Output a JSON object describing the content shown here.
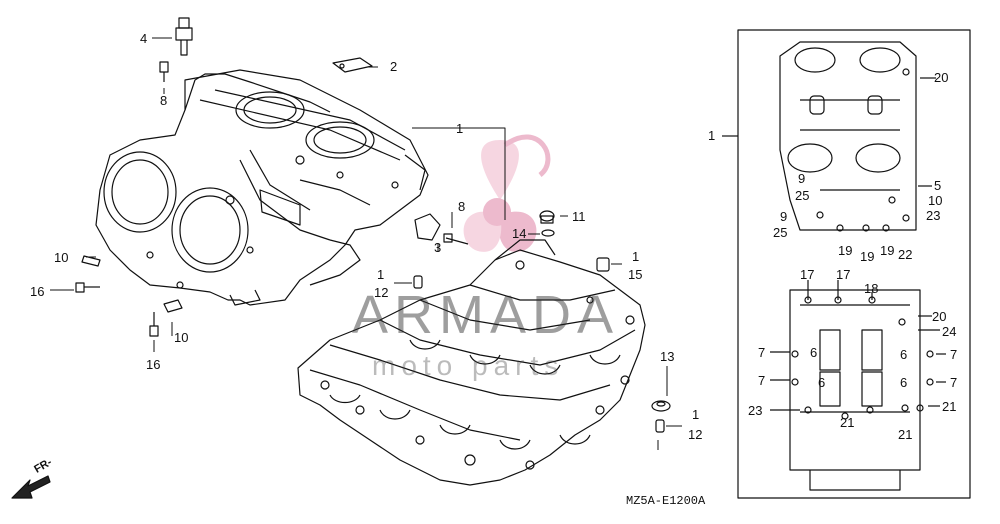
{
  "diagram": {
    "drawing_code": "MZ5A-E1200A",
    "front_marker": "FR-",
    "watermark": {
      "brand": "ARMADA",
      "tagline": "moto  parts",
      "color": "#e7a3bd"
    },
    "callouts": [
      {
        "id": "c4",
        "text": "4"
      },
      {
        "id": "c2",
        "text": "2"
      },
      {
        "id": "c8a",
        "text": "8"
      },
      {
        "id": "c1a",
        "text": "1"
      },
      {
        "id": "c8b",
        "text": "8"
      },
      {
        "id": "c11",
        "text": "11"
      },
      {
        "id": "c14",
        "text": "14"
      },
      {
        "id": "c3",
        "text": "3"
      },
      {
        "id": "c1b",
        "text": "1"
      },
      {
        "id": "c15",
        "text": "15"
      },
      {
        "id": "c1c",
        "text": "1"
      },
      {
        "id": "c12a",
        "text": "12"
      },
      {
        "id": "c10a",
        "text": "10"
      },
      {
        "id": "c16a",
        "text": "16"
      },
      {
        "id": "c10b",
        "text": "10"
      },
      {
        "id": "c16b",
        "text": "16"
      },
      {
        "id": "c13",
        "text": "13"
      },
      {
        "id": "c1d",
        "text": "1"
      },
      {
        "id": "c12b",
        "text": "12"
      }
    ],
    "panel_callouts": [
      {
        "id": "p1",
        "text": "1"
      },
      {
        "id": "p20a",
        "text": "20"
      },
      {
        "id": "p9a",
        "text": "9"
      },
      {
        "id": "p25a",
        "text": "25"
      },
      {
        "id": "p5",
        "text": "5"
      },
      {
        "id": "p10",
        "text": "10"
      },
      {
        "id": "p9b",
        "text": "9"
      },
      {
        "id": "p25b",
        "text": "25"
      },
      {
        "id": "p23a",
        "text": "23"
      },
      {
        "id": "p19a",
        "text": "19"
      },
      {
        "id": "p19b",
        "text": "19"
      },
      {
        "id": "p19c",
        "text": "19"
      },
      {
        "id": "p22",
        "text": "22"
      },
      {
        "id": "p17a",
        "text": "17"
      },
      {
        "id": "p17b",
        "text": "17"
      },
      {
        "id": "p18",
        "text": "18"
      },
      {
        "id": "p20b",
        "text": "20"
      },
      {
        "id": "p24",
        "text": "24"
      },
      {
        "id": "p7a",
        "text": "7"
      },
      {
        "id": "p6a",
        "text": "6"
      },
      {
        "id": "p6b",
        "text": "6"
      },
      {
        "id": "p7b",
        "text": "7"
      },
      {
        "id": "p7c",
        "text": "7"
      },
      {
        "id": "p6c",
        "text": "6"
      },
      {
        "id": "p6d",
        "text": "6"
      },
      {
        "id": "p7d",
        "text": "7"
      },
      {
        "id": "p23b",
        "text": "23"
      },
      {
        "id": "p21a",
        "text": "21"
      },
      {
        "id": "p21b",
        "text": "21"
      },
      {
        "id": "p21c",
        "text": "21"
      }
    ]
  }
}
